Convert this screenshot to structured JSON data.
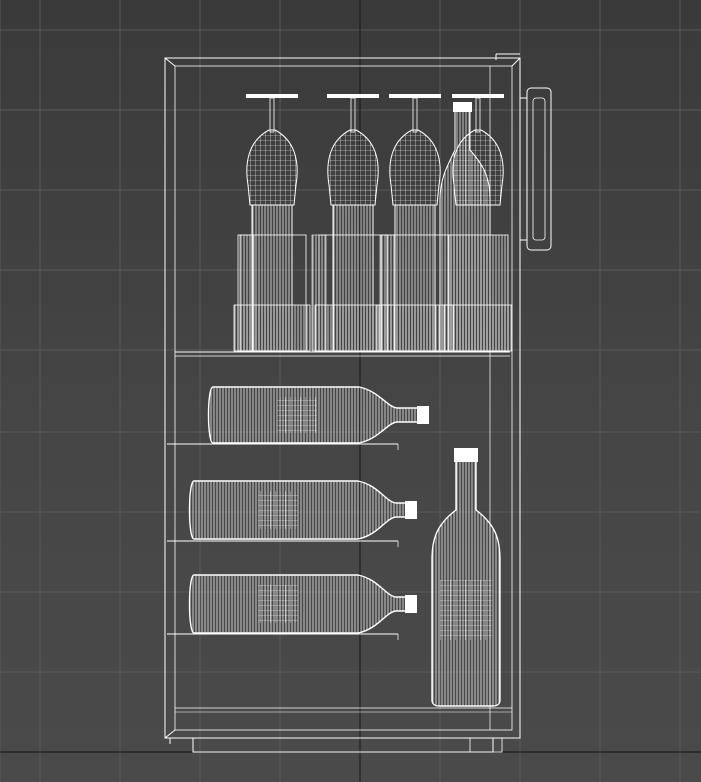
{
  "viewport": {
    "background": "#444444",
    "grid_color": "#5a5a5a",
    "axis_color": "#1f1f1f",
    "wire_color": "#ffffff"
  },
  "scene": {
    "model": "wine-fridge-wireframe",
    "upper_shelf": {
      "glasses": 4,
      "standing_bottles": 1,
      "tumblers": 8
    },
    "lower_section": {
      "lying_bottles": 3,
      "standing_bottles": 1
    }
  }
}
